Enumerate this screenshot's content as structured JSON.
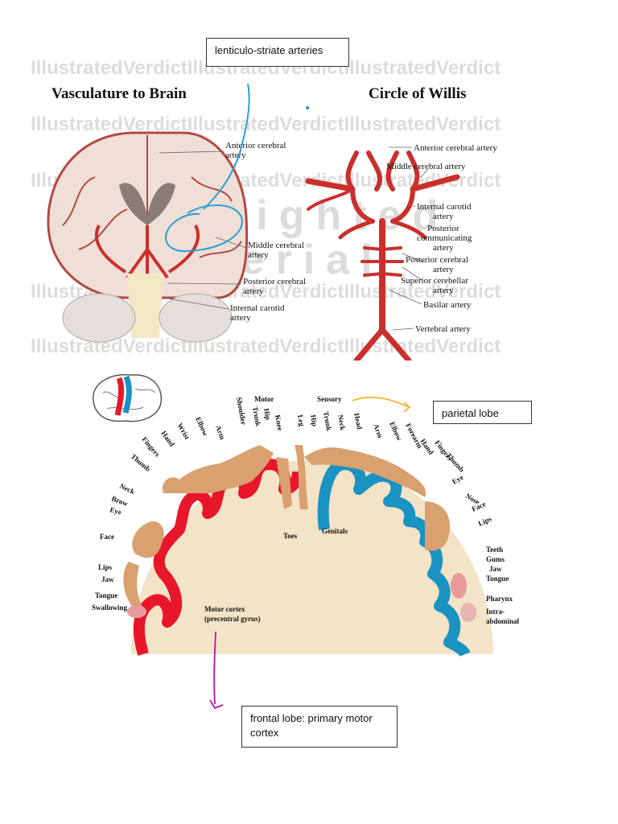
{
  "callouts": {
    "lenticulo": "lenticulo-striate arteries",
    "parietal": "parietal lobe",
    "frontal": "frontal lobe: primary motor cortex"
  },
  "figure1": {
    "title_left": "Vasculature to Brain",
    "title_right": "Circle of Willis",
    "watermark": "IllustratedVerdictIllustratedVerdictIllustratedVerdict",
    "big_watermark": [
      "Copyrighted",
      "Material"
    ],
    "left_labels": [
      "Anterior cerebral",
      "artery",
      "Middle cerebral",
      "artery",
      "Posterior cerebral",
      "artery",
      "Internal carotid",
      "artery"
    ],
    "right_labels": [
      "Anterior cerebral artery",
      "Middle cerebral artery",
      "Internal carotid",
      "artery",
      "Posterior",
      "communicating",
      "artery",
      "Posterior cerebral",
      "artery",
      "Superior cerebellar",
      "artery",
      "Basilar artery",
      "Vertebral artery"
    ]
  },
  "figure2": {
    "motor_heading": "Motor",
    "sensory_heading": "Sensory",
    "motor_labels": [
      "Knee",
      "Hip",
      "Trunk",
      "Shoulder",
      "Arm",
      "Elbow",
      "Wrist",
      "Hand",
      "Fingers",
      "Thumb",
      "Neck",
      "Brow",
      "Eye",
      "Face",
      "Lips",
      "Jaw",
      "Tongue",
      "Swallowing"
    ],
    "sensory_labels": [
      "Leg",
      "Hip",
      "Trunk",
      "Neck",
      "Head",
      "Arm",
      "Elbow",
      "Forearm",
      "Hand",
      "Fingers",
      "Thumb",
      "Eye",
      "Nose",
      "Face",
      "Lips",
      "Teeth",
      "Gums",
      "Jaw",
      "Tongue",
      "Pharynx",
      "Intra-",
      "abdominal"
    ],
    "toes": "Toes",
    "genitals": "Genitals",
    "motor_cortex": [
      "Motor cortex",
      "(precentral gyrus)"
    ]
  },
  "colors": {
    "artery": "#c9302c",
    "motor": "#e8162b",
    "sensory": "#1a93c2",
    "tissue": "#f3e3c7",
    "skin": "#d9a070",
    "annotation_blue": "#2a9fd6",
    "annotation_yellow": "#f2b632",
    "annotation_purple": "#b5179e"
  }
}
